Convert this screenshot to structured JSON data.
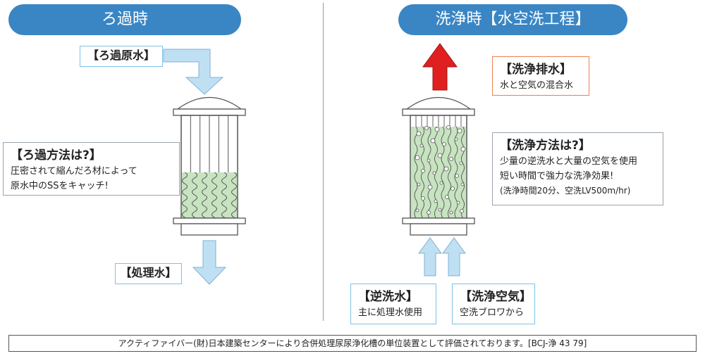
{
  "left_panel": {
    "title": "ろ過時",
    "input_label": "【ろ過原水】",
    "method_box": {
      "heading": "【ろ過方法は?】",
      "lines": [
        "圧密されて縮んだろ材によって",
        "原水中のSSをキャッチ!"
      ]
    },
    "output_label": "【処理水】"
  },
  "right_panel": {
    "title": "洗浄時【水空洗工程】",
    "drain_box": {
      "heading": "【洗浄排水】",
      "lines": [
        "水と空気の混合水"
      ]
    },
    "method_box": {
      "heading": "【洗浄方法は?】",
      "lines": [
        "少量の逆洗水と大量の空気を使用",
        "短い時間で強力な洗浄効果!",
        "(洗浄時間20分、空洗LV500m/hr)"
      ]
    },
    "backwash_box": {
      "heading": "【逆洗水】",
      "lines": [
        "主に処理水使用"
      ]
    },
    "air_box": {
      "heading": "【洗浄空気】",
      "lines": [
        "空洗ブロワから"
      ]
    }
  },
  "footer": "アクティファイバー(財)日本建築センターにより合併処理尿尿浄化槽の単位装置として評価されております。[BCJ-浄 43 79]",
  "colors": {
    "title_pill": "#3a86c4",
    "flow_arrow": "#bfe0f3",
    "media": "#c7e3c0",
    "drain_arrow": "#e02020",
    "drain_box_border": "#ee7d4d",
    "label_border": "#7fc1e6"
  }
}
